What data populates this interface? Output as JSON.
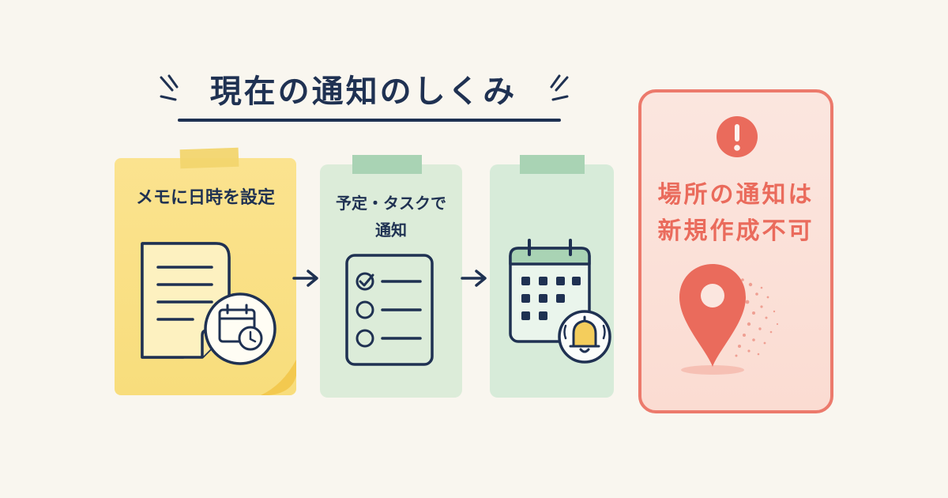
{
  "title": "現在の通知のしくみ",
  "steps": [
    {
      "label": "メモに日時を設定",
      "icon": "memo-with-clock-icon"
    },
    {
      "label_line1": "予定・タスクで",
      "label_line2": "通知",
      "icon": "checklist-icon"
    },
    {
      "icon": "calendar-bell-icon"
    }
  ],
  "warning": {
    "line1": "場所の通知は",
    "line2": "新規作成不可",
    "icons": [
      "exclamation-icon",
      "location-pin-icon"
    ]
  },
  "colors": {
    "navy": "#1f3152",
    "memo_yellow": "#f8dd7c",
    "mint_green": "#dcecd9",
    "warning_red": "#ec7a6c",
    "warning_bg": "#fbe6df"
  }
}
